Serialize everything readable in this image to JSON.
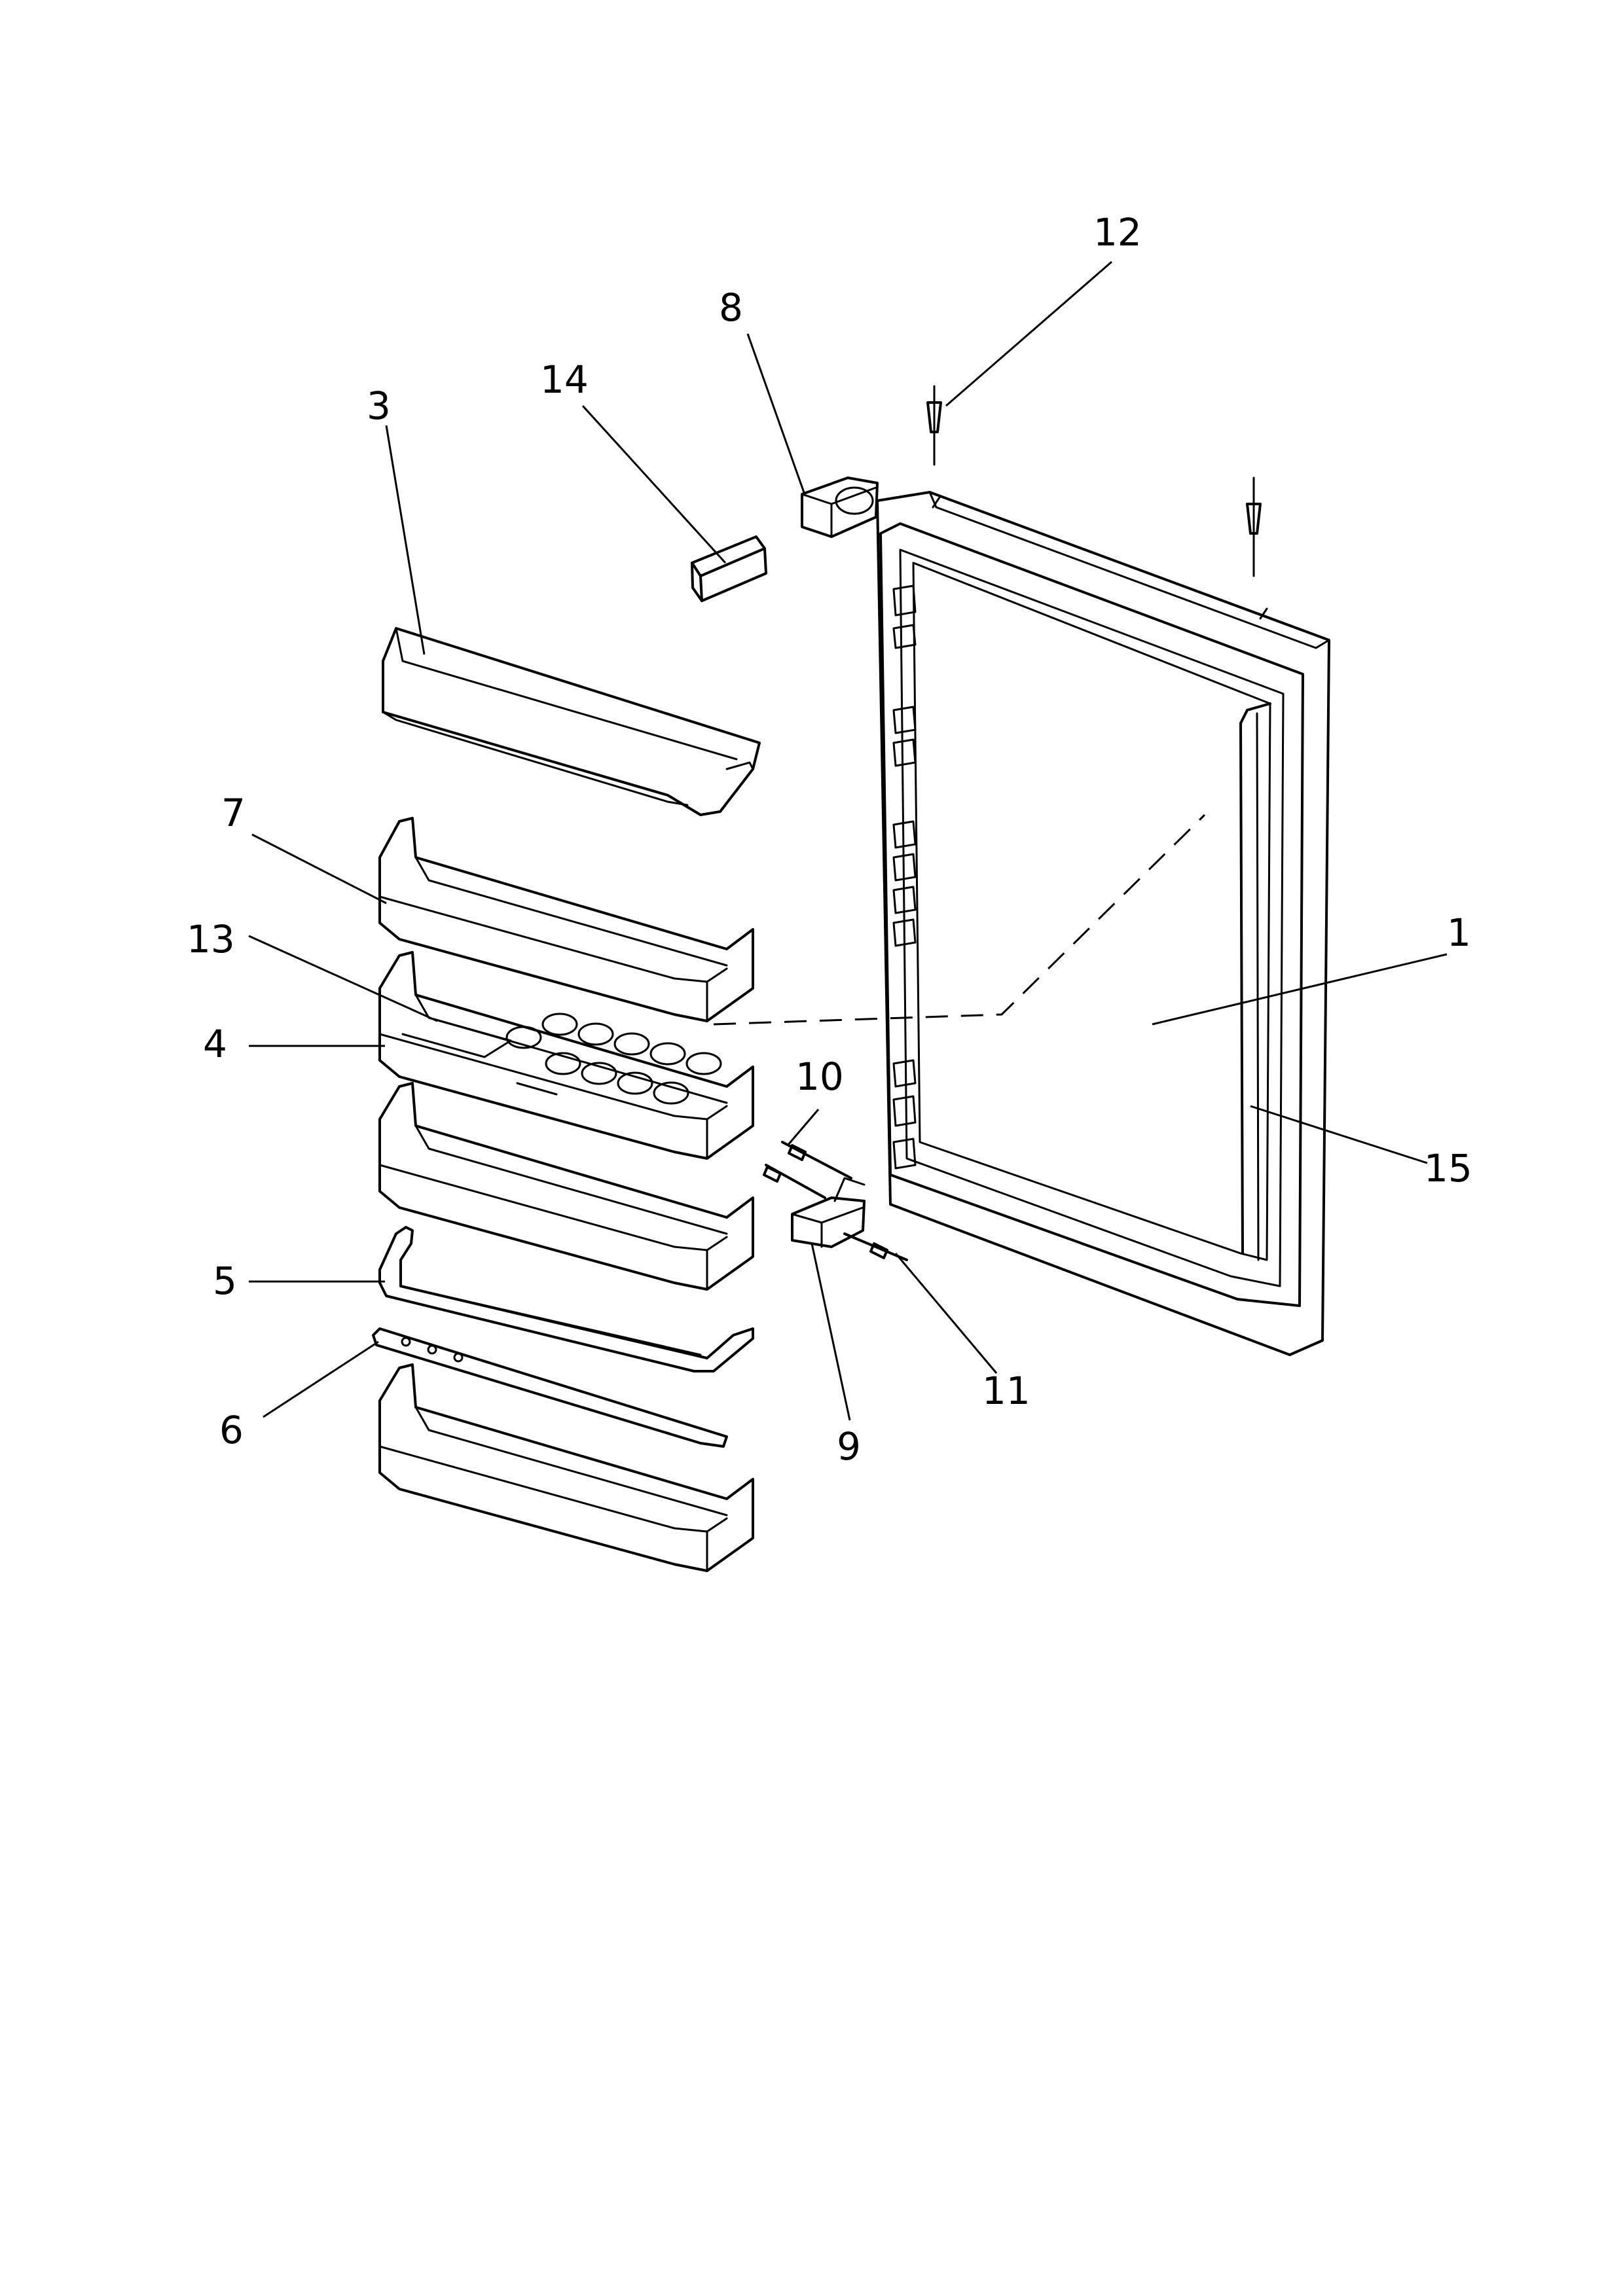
{
  "diagram": {
    "callouts": [
      {
        "id": "c1",
        "label": "1"
      },
      {
        "id": "c3",
        "label": "3"
      },
      {
        "id": "c4",
        "label": "4"
      },
      {
        "id": "c5",
        "label": "5"
      },
      {
        "id": "c6",
        "label": "6"
      },
      {
        "id": "c7",
        "label": "7"
      },
      {
        "id": "c8",
        "label": "8"
      },
      {
        "id": "c9",
        "label": "9"
      },
      {
        "id": "c10",
        "label": "10"
      },
      {
        "id": "c11",
        "label": "11"
      },
      {
        "id": "c12",
        "label": "12"
      },
      {
        "id": "c13",
        "label": "13"
      },
      {
        "id": "c14",
        "label": "14"
      },
      {
        "id": "c15",
        "label": "15"
      }
    ],
    "colors": {
      "line": "#000000",
      "background": "#ffffff"
    }
  }
}
